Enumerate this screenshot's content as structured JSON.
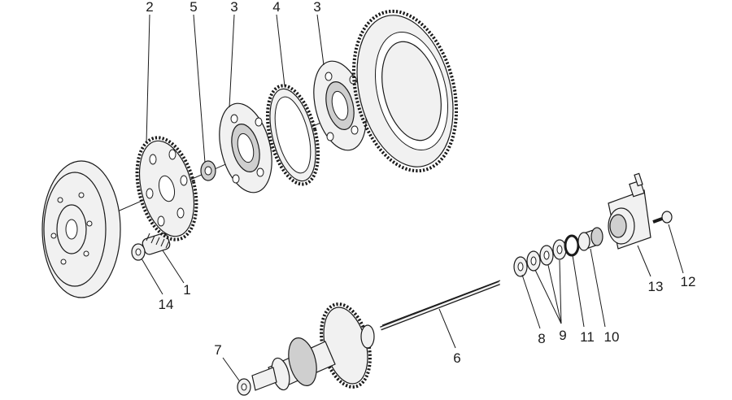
{
  "diagram": {
    "callouts": [
      {
        "id": "c2",
        "text": "2"
      },
      {
        "id": "c5",
        "text": "5"
      },
      {
        "id": "c3a",
        "text": "3"
      },
      {
        "id": "c4",
        "text": "4"
      },
      {
        "id": "c3b",
        "text": "3"
      },
      {
        "id": "c1",
        "text": "1"
      },
      {
        "id": "c14",
        "text": "14"
      },
      {
        "id": "c7",
        "text": "7"
      },
      {
        "id": "c6",
        "text": "6"
      },
      {
        "id": "c8",
        "text": "8"
      },
      {
        "id": "c9",
        "text": "9"
      },
      {
        "id": "c11",
        "text": "11"
      },
      {
        "id": "c10",
        "text": "10"
      },
      {
        "id": "c13",
        "text": "13"
      },
      {
        "id": "c12",
        "text": "12"
      }
    ]
  }
}
